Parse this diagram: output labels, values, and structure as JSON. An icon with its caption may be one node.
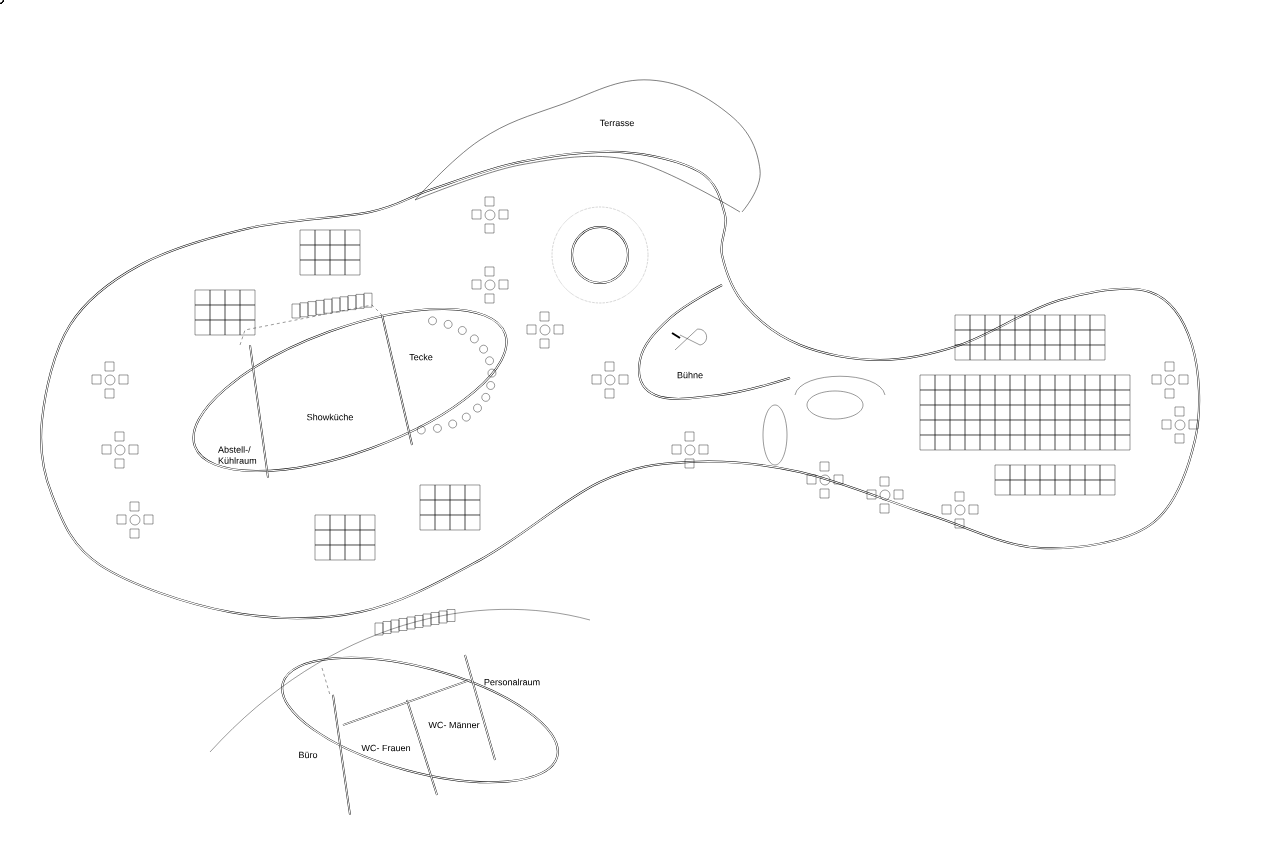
{
  "diagram": {
    "nodes": [
      {
        "text": [
          "Terrasse"
        ]
      },
      {
        "text": [
          "Tecke"
        ]
      },
      {
        "text": [
          "Showküche"
        ]
      },
      {
        "text": [
          "Abstell-/ Kühlraum"
        ]
      },
      {
        "text": [
          "Bühne"
        ]
      },
      {
        "text": [
          "Personalraum"
        ]
      },
      {
        "text": [
          "Büro"
        ]
      },
      {
        "text": [
          "WC- Frauen"
        ]
      },
      {
        "text": [
          "WC- Männer"
        ]
      }
    ]
  }
}
